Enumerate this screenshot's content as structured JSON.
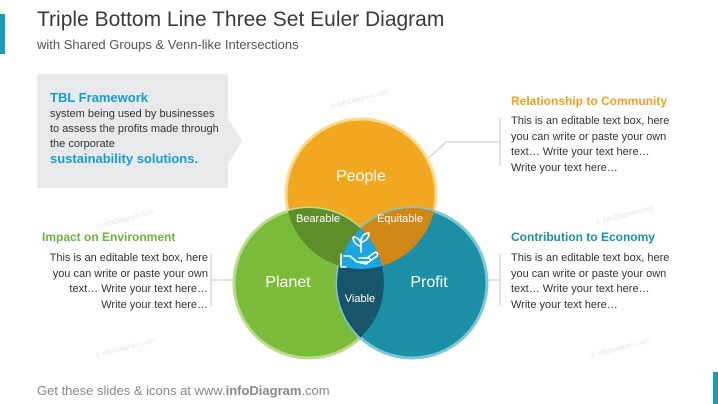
{
  "title": "Triple Bottom Line Three Set Euler Diagram",
  "subtitle": "with Shared Groups & Venn-like Intersections",
  "tbl": {
    "heading": "TBL Framework",
    "body": "system being used by businesses to assess the profits made through the corporate",
    "emphasis": "sustainability solutions."
  },
  "environment": {
    "heading": "Impact on Environment",
    "body": "This is an editable text box, here you can write or paste your own text… Write your text here… Write your text here…"
  },
  "community": {
    "heading": "Relationship to Community",
    "body": "This is an editable text box, here you can write or paste your own text… Write your text here… Write your text here…"
  },
  "economy": {
    "heading": "Contribution to Economy",
    "body": "This is an editable text box, here you can write or paste your own text… Write your text here… Write your text here…"
  },
  "circles": {
    "people": "People",
    "planet": "Planet",
    "profit": "Profit",
    "bearable": "Bearable",
    "equitable": "Equitable",
    "viable": "Viable",
    "center_icon": "hand-with-sprout-icon"
  },
  "colors": {
    "people": "#f2a721",
    "planet": "#7bbb3a",
    "profit": "#1c8fa6",
    "center": "#1aa6e0",
    "accent": "#1a9bd0"
  },
  "footer": {
    "prefix": "Get these slides & icons at www.",
    "brand": "infoDiagram",
    "suffix": ".com"
  },
  "watermark": "© infoDiagram.com"
}
